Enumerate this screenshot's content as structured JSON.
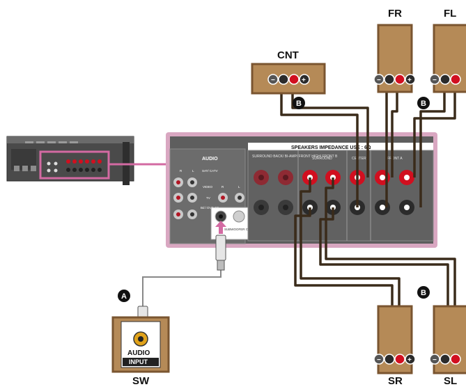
{
  "speakers": {
    "front_right": "FR",
    "front_left": "FL",
    "center": "CNT",
    "surround_right": "SR",
    "surround_left": "SL",
    "subwoofer": "SW"
  },
  "cable_markers": {
    "a": "A",
    "b": "B"
  },
  "subwoofer_panel": {
    "audio": "AUDIO",
    "input": "INPUT"
  },
  "receiver_panel": {
    "audio": "AUDIO",
    "speakers": "SPEAKERS   IMPEDANCE USE : 6Ω",
    "surround_back": "SURROUND BACK/ BI-AMP/ FRONT HIGH/ FRONT B",
    "surround": "SURROUND",
    "center": "CENTER",
    "front_a": "FRONT A",
    "r": "R",
    "l": "L",
    "sat_catv": "SAT/ CATV",
    "video": "VIDEO",
    "tv": "TV",
    "bd_dvd_cd": "Bd / DVD CD",
    "subwoofer_out": "SUBWOOFER OUT"
  },
  "colors": {
    "speaker_body": "#b58a57",
    "speaker_border": "#7a5530",
    "panel": "#5e5e5e",
    "panel_border": "#d9a7c1",
    "highlight": "#d36aa2",
    "terminal_red": "#d10f1f",
    "terminal_black": "#2b2b2b",
    "cable": "#3a2b1a"
  }
}
